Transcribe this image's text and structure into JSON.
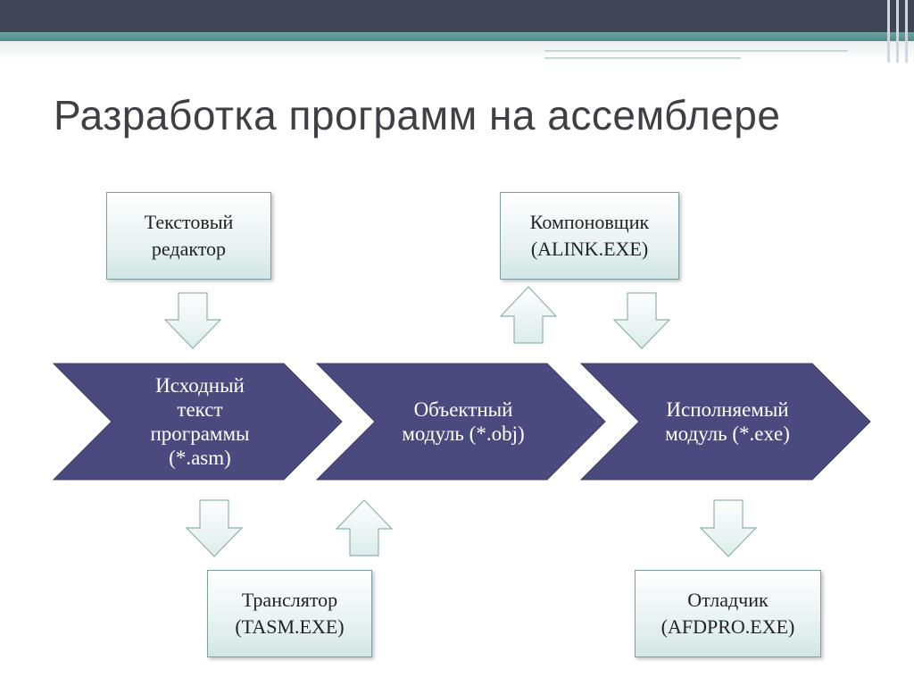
{
  "title": "Разработка программ на ассемблере",
  "boxes": {
    "editor": "Текстовый\nредактор",
    "linker": "Компоновщик\n(ALINK.EXE)",
    "translator": "Транслятор\n(TASM.EXE)",
    "debugger": "Отладчик\n(AFDPRO.EXE)"
  },
  "chevrons": {
    "source": "Исходный\nтекст\nпрограммы\n(*.asm)",
    "object": "Объектный\nмодуль (*.obj)",
    "exec": "Исполняемый\nмодуль (*.exe)"
  },
  "colors": {
    "chevron": "#4a4a7e",
    "box_border": "#7f9ea0",
    "header_dark": "#3e4555",
    "header_teal": "#5a9595"
  }
}
